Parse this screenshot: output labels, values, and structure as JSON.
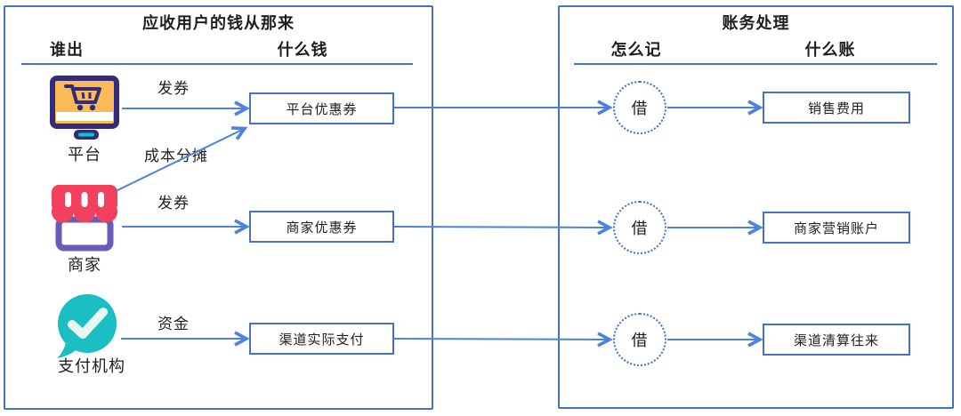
{
  "colors": {
    "accent": "#4472C4",
    "arrow": "#4C82E0",
    "text": "#1F1F1F",
    "icon-indigo": "#332C7A",
    "icon-amber": "#F9BA57",
    "icon-teal": "#12C3CE",
    "icon-pink": "#F4405F",
    "icon-purple": "#695CB8",
    "icon-bubble": "#1ABEC3",
    "icon-check": "#E9F7F3"
  },
  "left_panel": {
    "title": "应收用户的钱从那来",
    "columns": {
      "who": "谁出",
      "what": "什么钱"
    },
    "cost_share_label": "成本分摊",
    "rows": [
      {
        "entity": "平台",
        "flow_label": "发券",
        "money_box": "平台优惠券"
      },
      {
        "entity": "商家",
        "flow_label": "发券",
        "money_box": "商家优惠券"
      },
      {
        "entity": "支付机构",
        "flow_label": "资金",
        "money_box": "渠道实际支付"
      }
    ]
  },
  "right_panel": {
    "title": "账务处理",
    "columns": {
      "how": "怎么记",
      "account": "什么账"
    },
    "rows": [
      {
        "entry_side": "借",
        "account_box": "销售费用"
      },
      {
        "entry_side": "借",
        "account_box": "商家营销账户"
      },
      {
        "entry_side": "借",
        "account_box": "渠道清算往来"
      }
    ]
  }
}
